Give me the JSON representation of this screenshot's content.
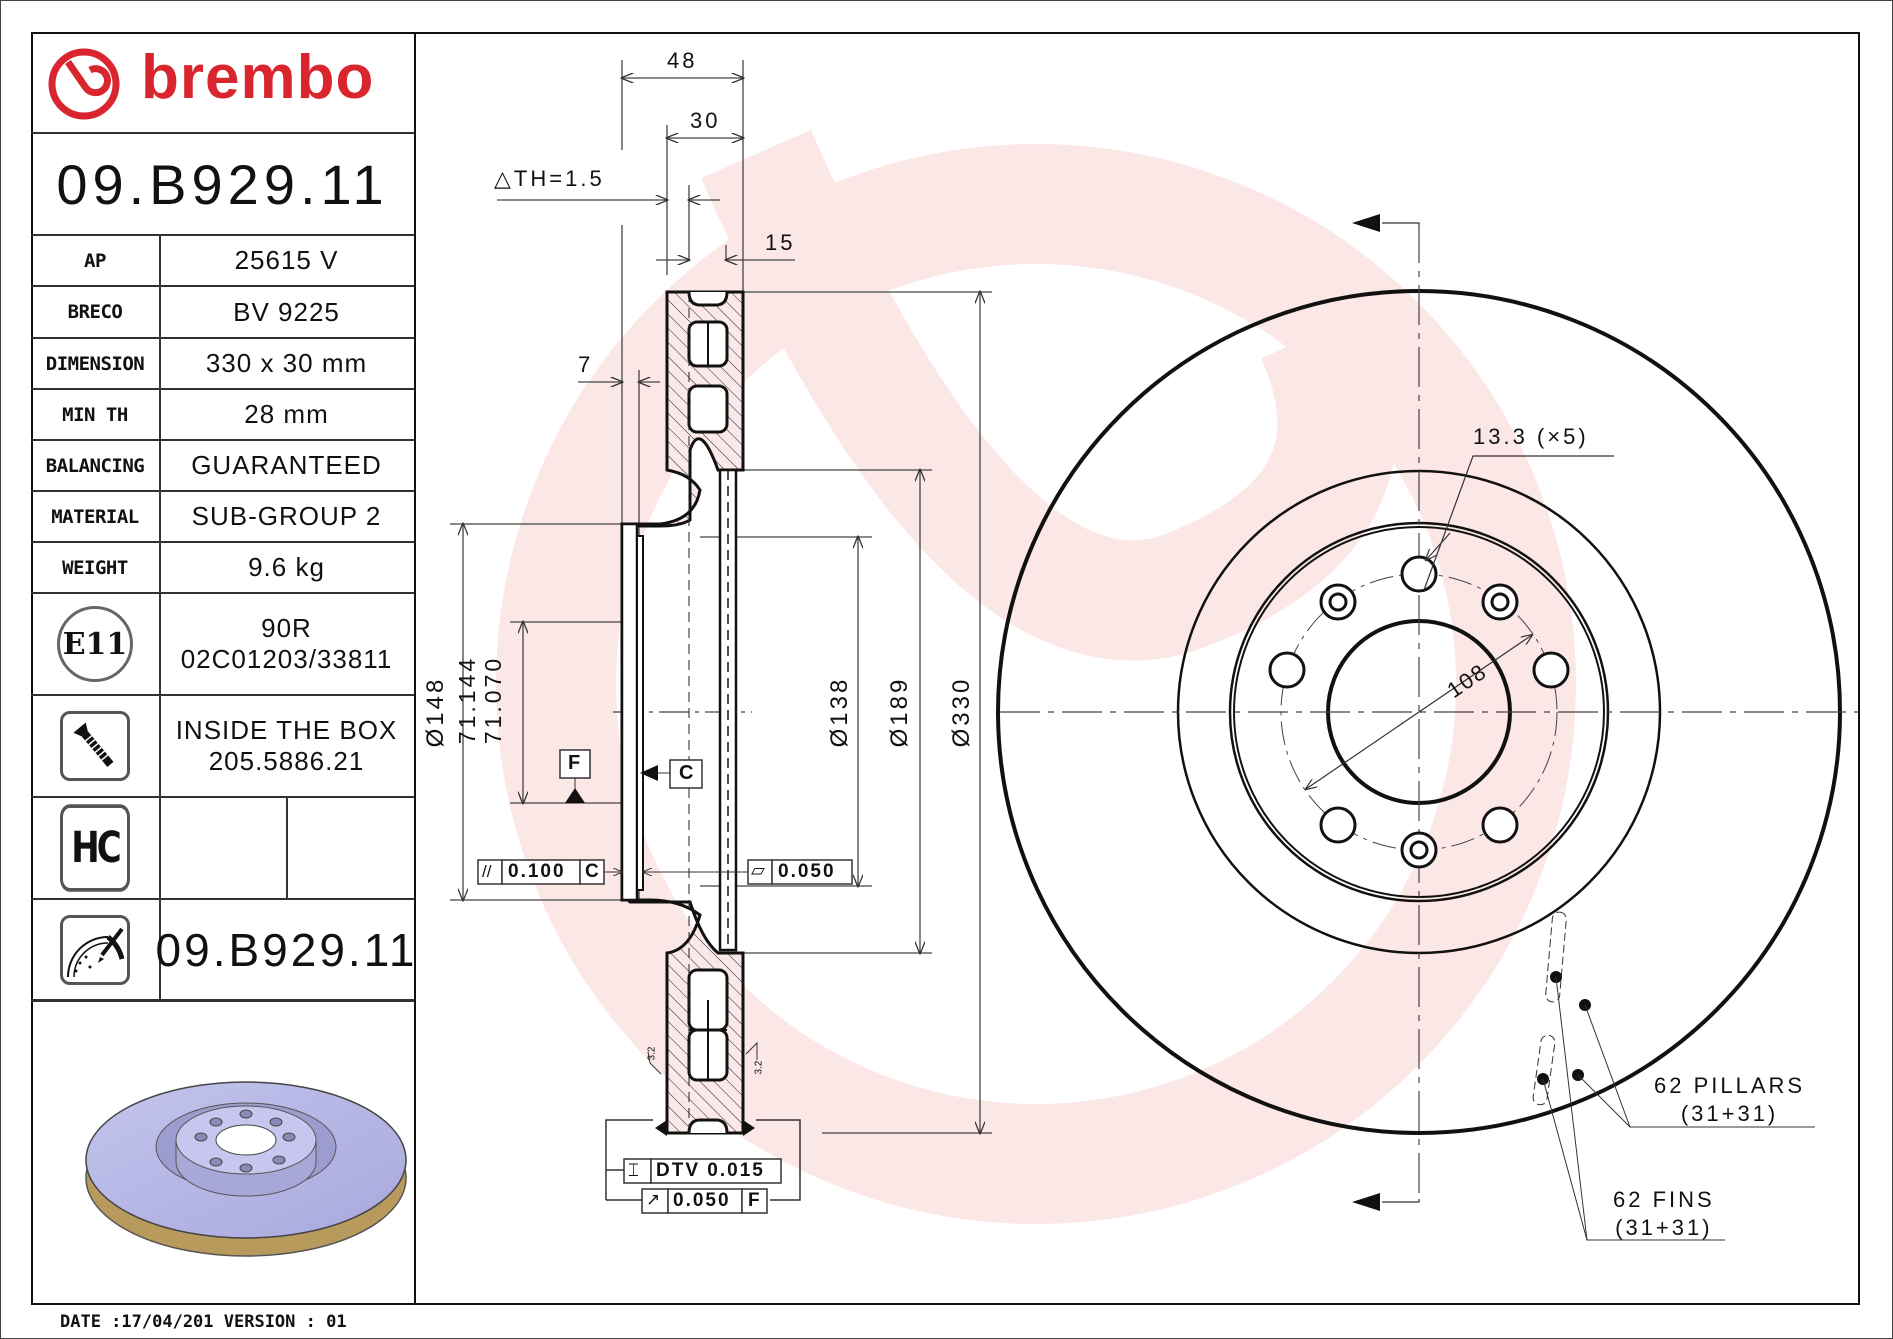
{
  "header": {
    "brand": "brembo",
    "brand_color": "#d9262e",
    "part_number": "09.B929.11"
  },
  "specs": [
    {
      "label": "AP",
      "value": "25615 V"
    },
    {
      "label": "BRECO",
      "value": "BV 9225"
    },
    {
      "label": "DIMENSION",
      "value": "330 x 30 mm"
    },
    {
      "label": "MIN TH",
      "value": "28 mm"
    },
    {
      "label": "BALANCING",
      "value": "GUARANTEED"
    },
    {
      "label": "MATERIAL",
      "value": "SUB-GROUP 2"
    },
    {
      "label": "WEIGHT",
      "value": "9.6 kg"
    }
  ],
  "homologation": {
    "icon_text": "E11",
    "line1": "90R",
    "line2": "02C01203/33811"
  },
  "screws": {
    "line1": "INSIDE THE BOX",
    "line2": "205.5886.21"
  },
  "hc": {
    "icon_text": "HC"
  },
  "footer_part": {
    "part_number": "09.B929.11"
  },
  "footer": {
    "date_version": "DATE :17/04/201 VERSION : 01"
  },
  "section_view": {
    "dims": {
      "overall_width": "48",
      "thickness": "30",
      "delta_th": "△TH=1.5",
      "vane_offset": "15",
      "hat_wall": "7",
      "d148": "Ø148",
      "centre_bore_max": "71.144",
      "centre_bore_min": "71.070",
      "d138": "Ø138",
      "d189": "Ø189",
      "d330": "Ø330"
    },
    "datums": {
      "f": "F",
      "c": "C"
    },
    "tolerances": {
      "parallelism": {
        "symbol": "//",
        "value": "0.100",
        "datum": "C"
      },
      "flatness": {
        "symbol": "▱",
        "value": "0.050"
      },
      "dtv": {
        "symbol": "⌶",
        "value": "DTV 0.015"
      },
      "runout": {
        "symbol": "↗",
        "value": "0.050",
        "datum": "F"
      }
    },
    "roughness": [
      "3.2",
      "3.2"
    ]
  },
  "front_view": {
    "bolt_hole": "13.3 (×5)",
    "pcd": "108",
    "pillars": {
      "line1": "62 PILLARS",
      "line2": "(31+31)"
    },
    "fins": {
      "line1": "62 FINS",
      "line2": "(31+31)"
    }
  },
  "colors": {
    "watermark": "#fde6e6",
    "disc_render": "#b9b9e6",
    "vane_render": "#b89a5c"
  }
}
